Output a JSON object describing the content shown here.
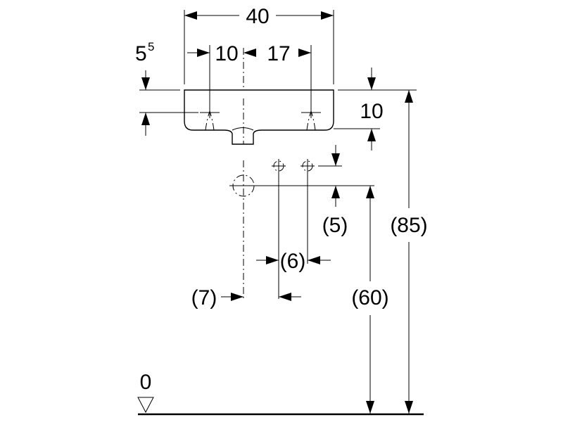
{
  "dimensions": {
    "width_total": "40",
    "offset_left": "10",
    "offset_right": "17",
    "top_offset_base": "5",
    "top_offset_sup": "5",
    "bowl_height": "10",
    "valve_offset": "(5)",
    "valve_spacing": "(6)",
    "drain_offset": "(7)",
    "valve_height": "(60)",
    "rim_height": "(85)",
    "floor_level": "0"
  }
}
